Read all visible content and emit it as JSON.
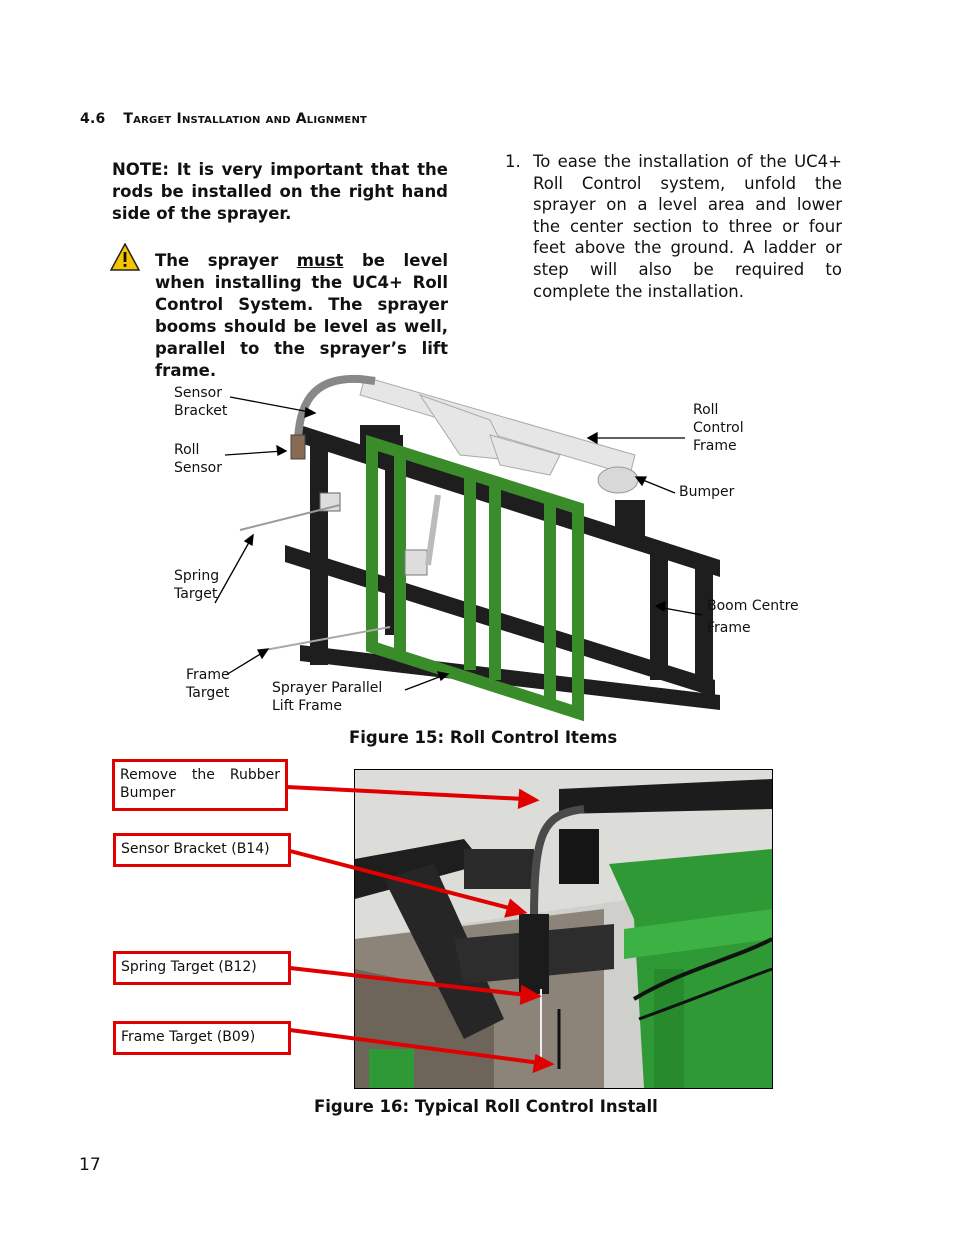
{
  "section": {
    "number": "4.6",
    "title": "Target Installation and Alignment"
  },
  "note": {
    "text": "NOTE:  It is very important that the rods be installed on the right hand side of the sprayer."
  },
  "warning": {
    "icon": "warning-triangle-icon",
    "before": "The sprayer ",
    "emphasis": "must",
    "after": " be level when installing the UC4+ Roll Control System.  The sprayer booms should be level as well, parallel to the sprayer’s lift frame."
  },
  "steps": [
    {
      "number": "1.",
      "text": "To ease the installation of the UC4+ Roll Control system, unfold the sprayer on a level area and lower the center section to three or four feet above the ground.  A ladder or step will also be required to complete the installation."
    }
  ],
  "figure15": {
    "caption": "Figure 15: Roll Control Items",
    "labels": {
      "sensor_bracket": "Sensor Bracket",
      "roll_sensor": "Roll Sensor",
      "spring_target": "Spring Target",
      "frame_target": "Frame Target",
      "parallel_lift": "Sprayer Parallel Lift Frame",
      "roll_control_frame": "Roll Control Frame",
      "bumper": "Bumper",
      "boom_centre_frame": "Boom Centre Frame"
    },
    "colors": {
      "green_frame": "#3a8c2a",
      "black_frame": "#1e1e1e",
      "white_frame": "#e8e8e8"
    }
  },
  "figure16": {
    "caption": "Figure 16: Typical Roll Control Install",
    "callouts": {
      "remove_bumper": "Remove the Rubber Bumper",
      "sensor_bracket": "Sensor Bracket (B14)",
      "spring_target": "Spring Target (B12)",
      "frame_target": "Frame Target (B09)"
    },
    "colors": {
      "callout": "#e00000"
    }
  },
  "page_number": "17"
}
